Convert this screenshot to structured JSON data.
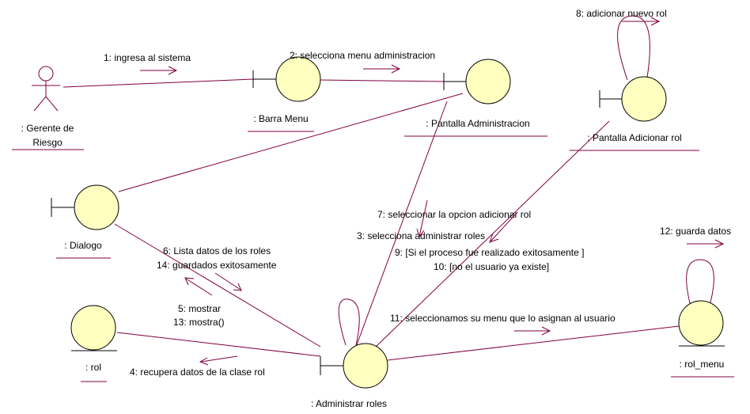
{
  "diagram": {
    "actor": {
      "name_line1": ": Gerente de",
      "name_line2": "Riesgo"
    },
    "objects": {
      "barra_menu": ": Barra Menu",
      "pantalla_administracion": ": Pantalla Administracion",
      "pantalla_adicionar_rol": ": Pantalla Adicionar rol",
      "dialogo": ": Dialogo",
      "rol": ": rol",
      "administrar_roles": ": Administrar roles",
      "rol_menu": ": rol_menu"
    },
    "messages": {
      "m1": "1: ingresa al sistema",
      "m2": "2: selecciona menu administracion",
      "m3": "3: selecciona administrar roles",
      "m4": "4: recupera datos de la clase rol",
      "m5": "5: mostrar",
      "m6": "6: Lista datos de los roles",
      "m7": "7: seleccionar la opcion adicionar rol",
      "m8": "8: adicionar nuevo rol",
      "m9": "9: [Si el proceso fue realizado exitosamente ]",
      "m10": "10: [no el usuario ya existe]",
      "m11": "11: seleccionamos su menu que lo asignan al usuario",
      "m12": "12: guarda datos",
      "m13": "13: mostra()",
      "m14": "14: guardados exitosamente"
    },
    "colors": {
      "link": "#800040",
      "object_fill": "#ffffc0",
      "outline": "#000000"
    }
  }
}
